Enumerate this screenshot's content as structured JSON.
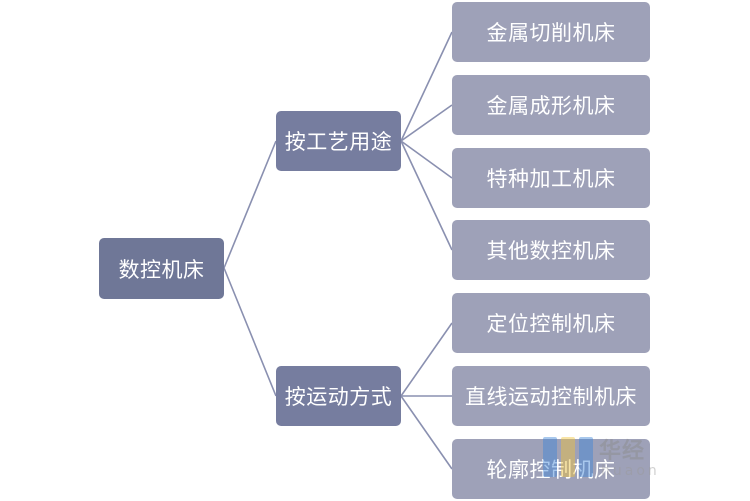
{
  "diagram": {
    "root": {
      "label": "数控机床"
    },
    "branches": [
      {
        "label": "按工艺用途",
        "children": [
          {
            "label": "金属切削机床"
          },
          {
            "label": "金属成形机床"
          },
          {
            "label": "特种加工机床"
          },
          {
            "label": "其他数控机床"
          }
        ]
      },
      {
        "label": "按运动方式",
        "children": [
          {
            "label": "定位控制机床"
          },
          {
            "label": "直线运动控制机床"
          },
          {
            "label": "轮廓控制机床"
          }
        ]
      }
    ]
  },
  "watermark": {
    "brand": "华经",
    "sub": "huaon"
  },
  "colors": {
    "root": "#6f7797",
    "branch": "#767d9f",
    "leaf": "#9ea1b8",
    "connector": "#8a90b0"
  }
}
